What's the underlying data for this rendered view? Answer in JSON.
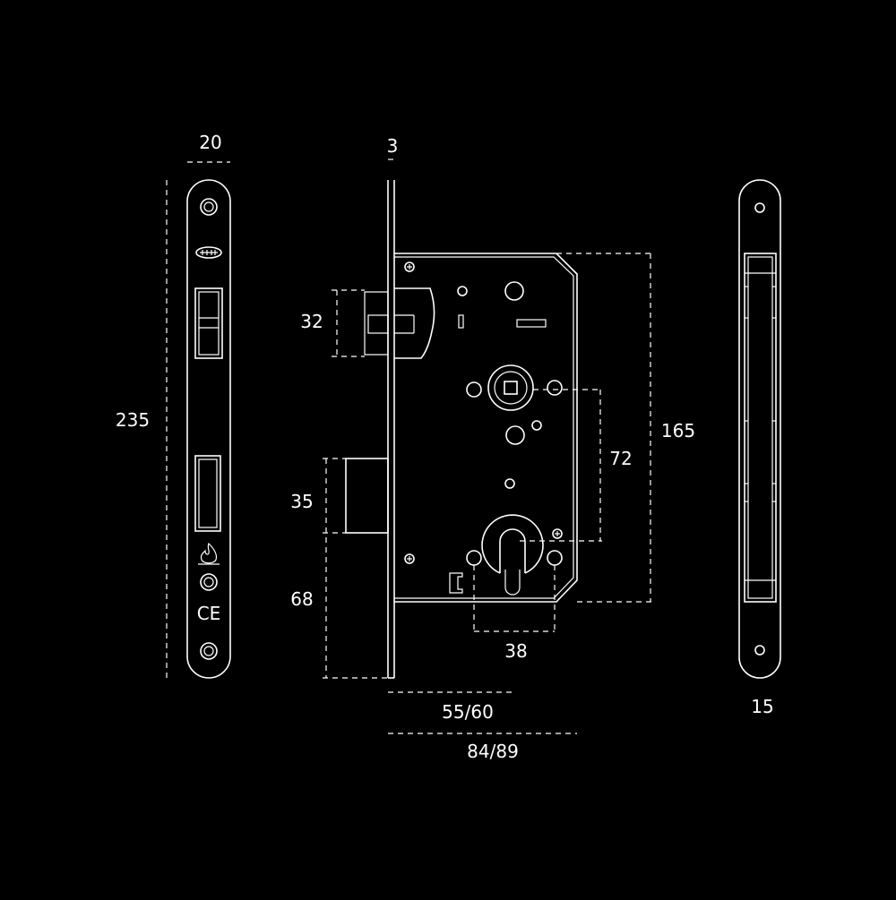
{
  "colors": {
    "background": "#000000",
    "line": "#ffffff"
  },
  "dimensions": {
    "faceplate_width": "20",
    "faceplate_height": "235",
    "faceplate_thickness": "3",
    "latch_height": "32",
    "bolt_height": "35",
    "bolt_to_bottom": "68",
    "centre_distance": "72",
    "case_height": "165",
    "cylinder_width": "38",
    "backset": "55/60",
    "total_depth": "84/89",
    "side_thickness": "15"
  },
  "icons": [
    "fire-rated-icon",
    "ce-mark-icon",
    "brand-logo-icon"
  ],
  "faceplate_marks": {
    "ce": "CE"
  }
}
